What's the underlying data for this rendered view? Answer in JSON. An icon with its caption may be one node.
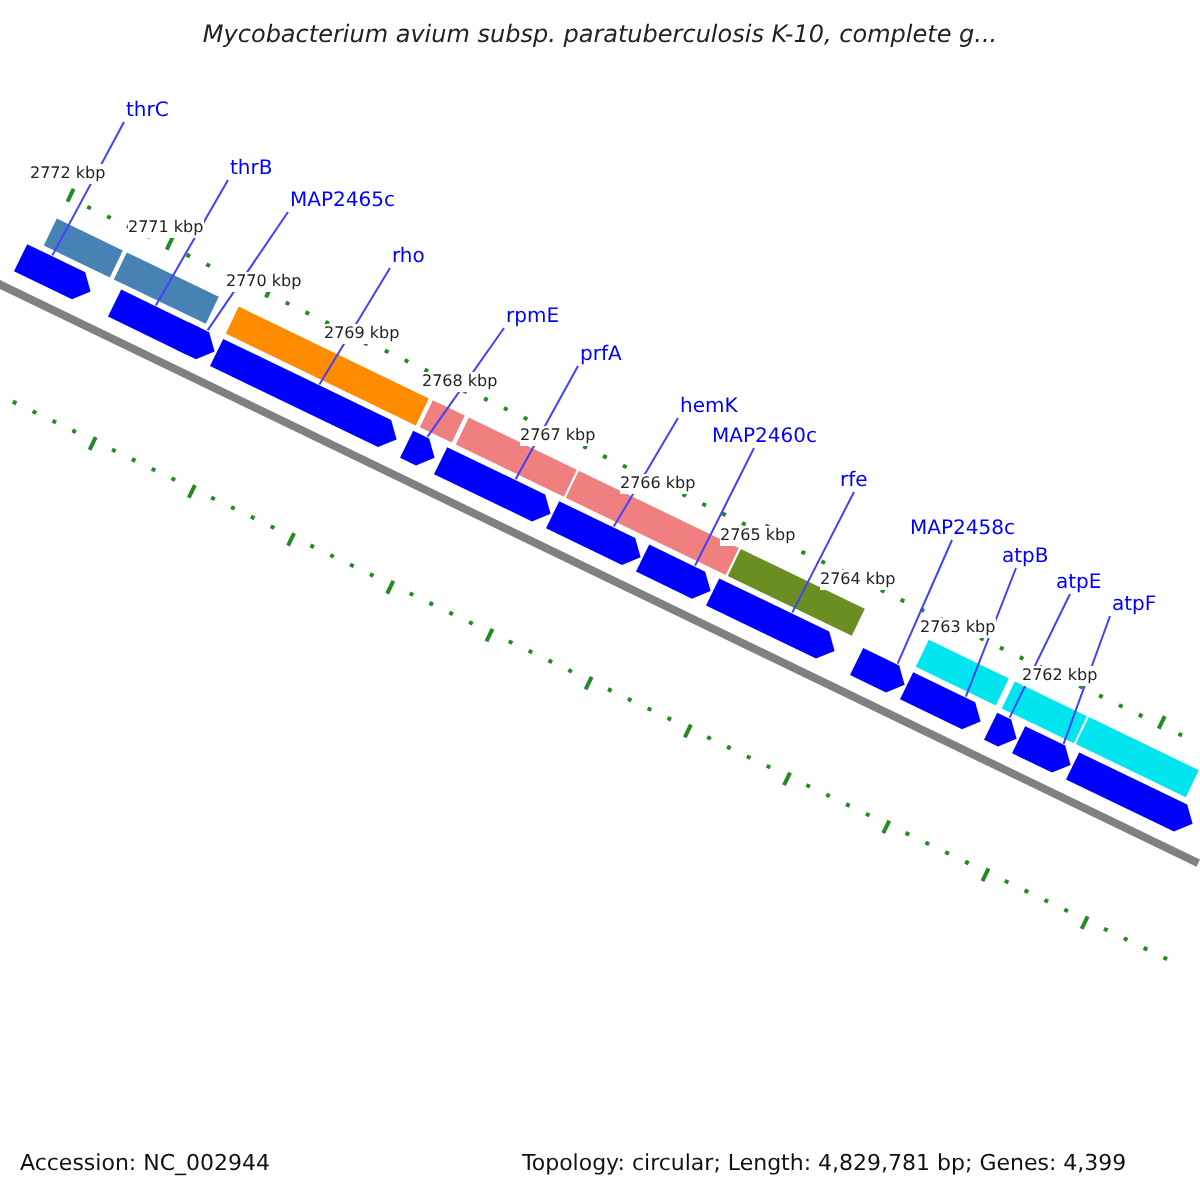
{
  "diagram": {
    "title": "Mycobacterium avium subsp. paratuberculosis K-10, complete g...",
    "nodes": [
      {
        "text": [
          "thrC"
        ]
      },
      {
        "text": [
          "thrB"
        ]
      },
      {
        "text": [
          "MAP2465c"
        ]
      },
      {
        "text": [
          "rho"
        ]
      },
      {
        "text": [
          "rpmE"
        ]
      },
      {
        "text": [
          "prfA"
        ]
      },
      {
        "text": [
          "hemK"
        ]
      },
      {
        "text": [
          "MAP2460c"
        ]
      },
      {
        "text": [
          "rfe"
        ]
      },
      {
        "text": [
          "MAP2458c"
        ]
      },
      {
        "text": [
          "atpB"
        ]
      },
      {
        "text": [
          "atpE"
        ]
      },
      {
        "text": [
          "atpF"
        ]
      },
      {
        "text": [],
        "shape": "bar"
      },
      {
        "text": [],
        "shape": "bar"
      },
      {
        "text": [],
        "shape": "bar"
      },
      {
        "text": [],
        "shape": "bar"
      },
      {
        "text": [],
        "shape": "bar"
      },
      {
        "text": [],
        "shape": "bar"
      },
      {
        "text": [],
        "shape": "bar"
      },
      {
        "text": [],
        "shape": "bar"
      },
      {
        "text": [],
        "shape": "bar"
      },
      {
        "text": [],
        "shape": "bar"
      },
      {
        "text": [],
        "shape": "bar"
      },
      {
        "text": [],
        "shape": "bar"
      },
      {
        "text": [],
        "shape": "bar"
      },
      {
        "text": [],
        "shape": "bar"
      }
    ],
    "edges": [
      {
        "from": 0,
        "to": 13,
        "arrow": "none"
      },
      {
        "from": 1,
        "to": 14,
        "arrow": "none"
      },
      {
        "from": 2,
        "to": 15,
        "arrow": "none"
      },
      {
        "from": 3,
        "to": 16,
        "arrow": "none"
      },
      {
        "from": 4,
        "to": 17,
        "arrow": "none"
      },
      {
        "from": 5,
        "to": 18,
        "arrow": "none"
      },
      {
        "from": 6,
        "to": 19,
        "arrow": "none"
      },
      {
        "from": 7,
        "to": 20,
        "arrow": "none"
      },
      {
        "from": 8,
        "to": 21,
        "arrow": "none"
      },
      {
        "from": 9,
        "to": 22,
        "arrow": "none"
      },
      {
        "from": 10,
        "to": 23,
        "arrow": "none"
      },
      {
        "from": 11,
        "to": 24,
        "arrow": "none"
      },
      {
        "from": 12,
        "to": 25,
        "arrow": "none"
      }
    ],
    "labels": [
      "2772 kbp",
      "2771 kbp",
      "2770 kbp",
      "2769 kbp",
      "2768 kbp",
      "2767 kbp",
      "2766 kbp",
      "2765 kbp",
      "2764 kbp",
      "2763 kbp",
      "2762 kbp",
      "Accession: NC_002944",
      "Topology: circular; Length: 4,829,781 bp; Genes: 4,399"
    ]
  }
}
